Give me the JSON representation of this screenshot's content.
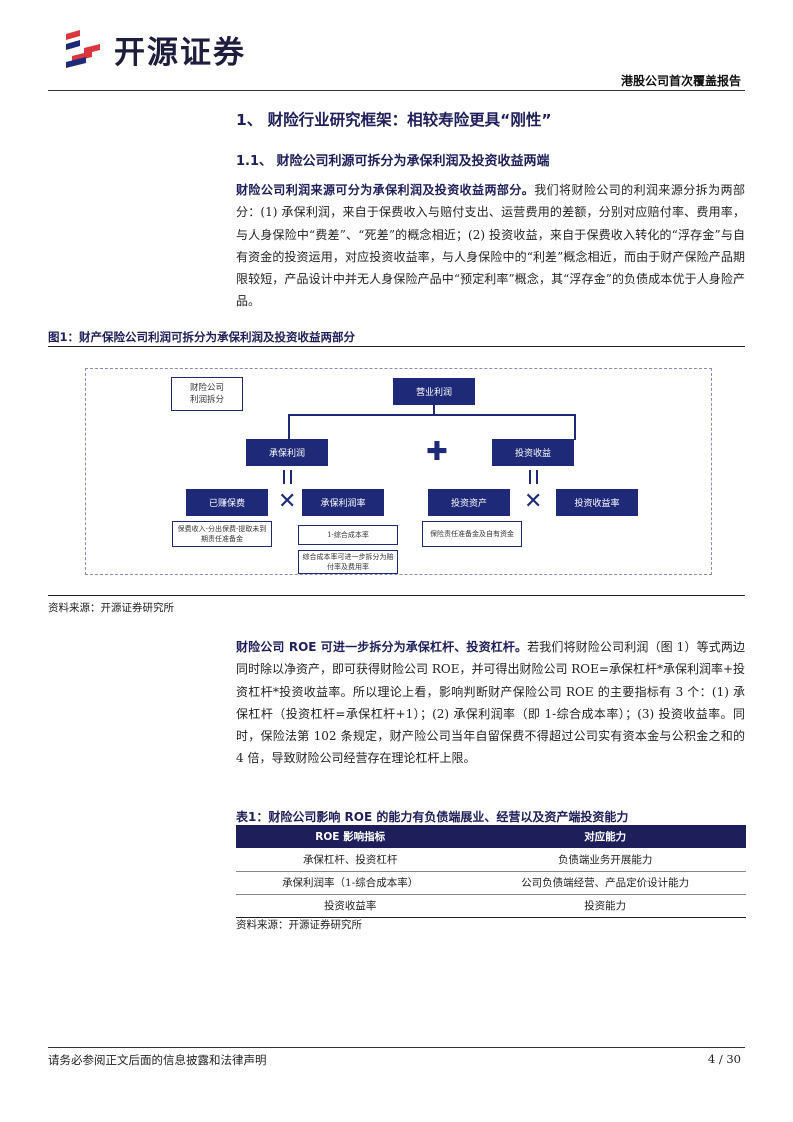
{
  "header": {
    "brand": "开源证券",
    "report_type": "港股公司首次覆盖报告"
  },
  "section": {
    "h1": "1、 财险行业研究框架：相较寿险更具“刚性”",
    "h2": "1.1、 财险公司利源可拆分为承保利润及投资收益两端"
  },
  "para1": {
    "bold": "财险公司利润来源可分为承保利润及投资收益两部分。",
    "text": "我们将财险公司的利润来源分拆为两部分：(1) 承保利润，来自于保费收入与赔付支出、运营费用的差额，分别对应赔付率、费用率，与人身保险中“费差”、“死差”的概念相近；(2) 投资收益，来自于保费收入转化的“浮存金”与自有资金的投资运用，对应投资收益率，与人身保险中的“利差”概念相近，而由于财产保险产品期限较短，产品设计中并无人身保险产品中“预定利率”概念，其“浮存金”的负债成本优于人身险产品。"
  },
  "figure": {
    "title": "图1：财产保险公司利润可拆分为承保利润及投资收益两部分",
    "source": "资料来源：开源证券研究所",
    "nodes": {
      "split_label": "财险公司\n利润拆分",
      "op_profit": "营业利润",
      "uw_profit": "承保利润",
      "inv_income": "投资收益",
      "earned_premium": "已赚保费",
      "uw_margin": "承保利润率",
      "inv_assets": "投资资产",
      "inv_yield": "投资收益率",
      "premium_note": "保费收入-分出保费-提取未到期责任准备金",
      "ccr_note": "1-综合成本率",
      "ccr_split": "综合成本率可进一步拆分为赔付率及费用率",
      "assets_note": "保险责任准备金及自有资金"
    }
  },
  "para2": {
    "bold": "财险公司 ROE 可进一步拆分为承保杠杆、投资杠杆。",
    "text": "若我们将财险公司利润（图 1）等式两边同时除以净资产，即可获得财险公司 ROE，并可得出财险公司 ROE=承保杠杆*承保利润率+投资杠杆*投资收益率。所以理论上看，影响判断财产保险公司 ROE 的主要指标有 3 个：(1) 承保杠杆（投资杠杆=承保杠杆+1）；(2) 承保利润率（即 1-综合成本率）；(3) 投资收益率。同时，保险法第 102 条规定，财产险公司当年自留保费不得超过公司实有资本金与公积金之和的 4 倍，导致财险公司经营存在理论杠杆上限。"
  },
  "table": {
    "title": "表1：财险公司影响 ROE 的能力有负债端展业、经营以及资产端投资能力",
    "headers": [
      "ROE 影响指标",
      "对应能力"
    ],
    "rows": [
      [
        "承保杠杆、投资杠杆",
        "负债端业务开展能力"
      ],
      [
        "承保利润率（1-综合成本率）",
        "公司负债端经营、产品定价设计能力"
      ],
      [
        "投资收益率",
        "投资能力"
      ]
    ],
    "source": "资料来源：开源证券研究所"
  },
  "footer": {
    "disclaimer": "请务必参阅正文后面的信息披露和法律声明",
    "page": "4 / 30"
  },
  "colors": {
    "navy": "#1e2a78",
    "logo_red": "#d9363e"
  }
}
